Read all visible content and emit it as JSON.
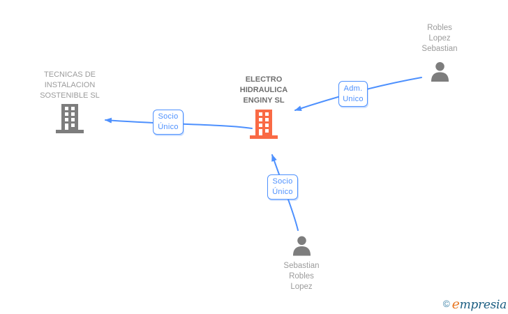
{
  "colors": {
    "edge": "#4d90fe",
    "relation_text": "#4d90fe",
    "company_text": "#9b9b9b",
    "company_text_bold": "#6e6e6e",
    "person_text": "#9b9b9b",
    "icon_gray": "#7d7d7d",
    "icon_orange": "#f96a45",
    "brand_copyright": "#3a80a6",
    "brand_e": "#e87722",
    "brand_rest": "#1c5e82"
  },
  "nodes": {
    "company_left": {
      "label": "TECNICAS DE\nINSTALACION\nSOSTENIBLE SL",
      "icon": "building-icon"
    },
    "company_center": {
      "label": "ELECTRO\nHIDRAULICA\nENGINY SL",
      "icon": "building-icon"
    },
    "person_top": {
      "label": "Robles\nLopez\nSebastian",
      "icon": "person-icon"
    },
    "person_bottom": {
      "label": "Sebastian\nRobles\nLopez",
      "icon": "person-icon"
    }
  },
  "relations": [
    {
      "label": "Socio\nÚnico",
      "from": "ELECTRO HIDRAULICA ENGINY SL",
      "to": "TECNICAS DE INSTALACION SOSTENIBLE SL"
    },
    {
      "label": "Adm.\nUnico",
      "from": "Robles Lopez Sebastian",
      "to": "ELECTRO HIDRAULICA ENGINY SL"
    },
    {
      "label": "Socio\nÚnico",
      "from": "Sebastian Robles Lopez",
      "to": "ELECTRO HIDRAULICA ENGINY SL"
    }
  ],
  "footer": {
    "copyright_symbol": "©",
    "brand_first_letter": "e",
    "brand_rest": "mpresia"
  }
}
